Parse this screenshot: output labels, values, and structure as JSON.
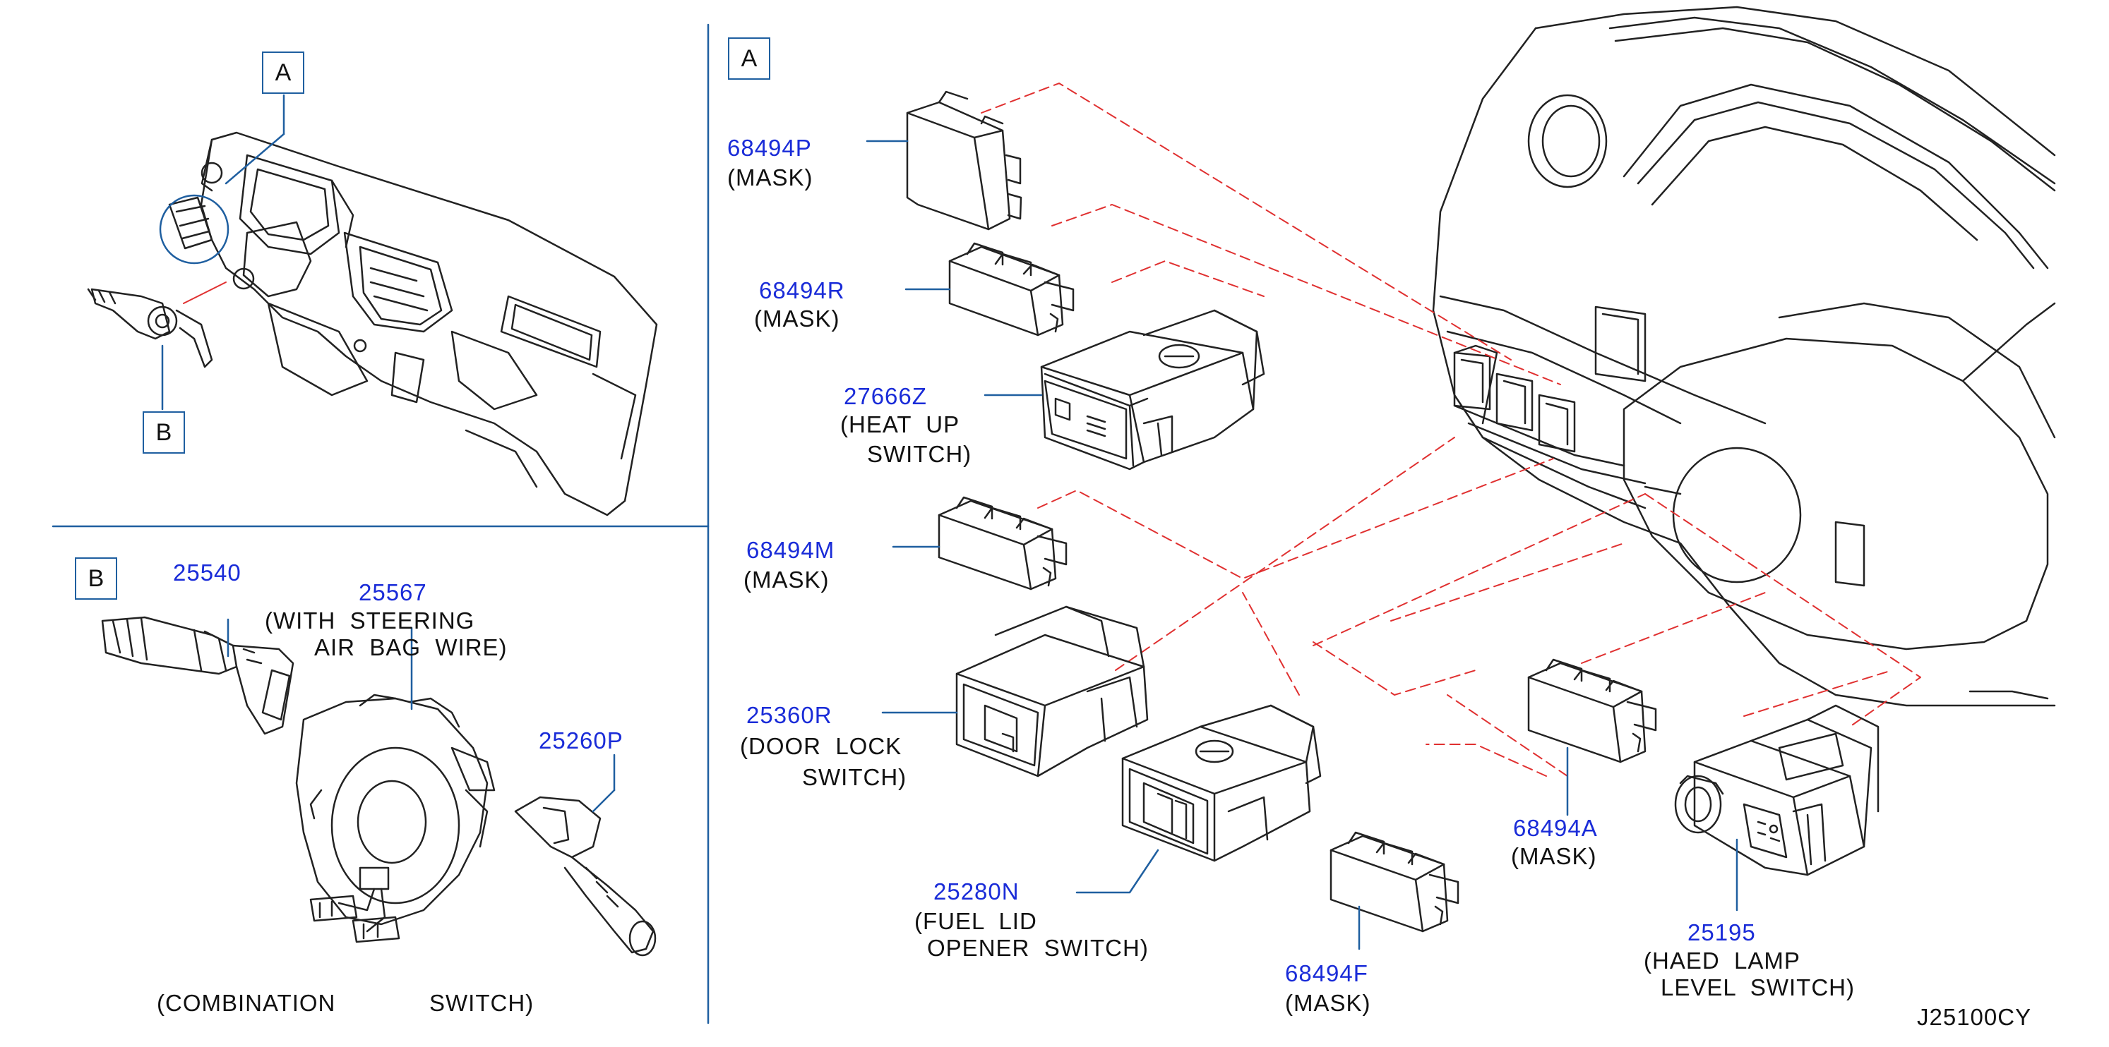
{
  "colors": {
    "part_number": "#1a2cd8",
    "leader_line": "#1f5fa0",
    "dash_line": "#e03030",
    "drawing": "#222222"
  },
  "callouts": {
    "view_a_top": "A",
    "view_b_top": "B",
    "view_a_panel": "A",
    "view_b_panel": "B"
  },
  "parts": {
    "p68494P": {
      "number": "68494P",
      "desc": "(MASK)"
    },
    "p68494R": {
      "number": "68494R",
      "desc": "(MASK)"
    },
    "p27666Z": {
      "number": "27666Z",
      "desc": "(HEAT  UP",
      "desc2": "SWITCH)"
    },
    "p68494M": {
      "number": "68494M",
      "desc": "(MASK)"
    },
    "p25360R": {
      "number": "25360R",
      "desc": "(DOOR  LOCK",
      "desc2": "SWITCH)"
    },
    "p25280N": {
      "number": "25280N",
      "desc": "(FUEL  LID",
      "desc2": "OPENER  SWITCH)"
    },
    "p68494F": {
      "number": "68494F",
      "desc": "(MASK)"
    },
    "p68494A": {
      "number": "68494A",
      "desc": "(MASK)"
    },
    "p25195": {
      "number": "25195",
      "desc": "(HAED  LAMP",
      "desc2": "LEVEL  SWITCH)"
    },
    "p25540": {
      "number": "25540"
    },
    "p25567": {
      "number": "25567",
      "desc": "(WITH  STEERING",
      "desc2": "AIR  BAG  WIRE)"
    },
    "p25260P": {
      "number": "25260P"
    }
  },
  "combination_switch": {
    "left": "(COMBINATION",
    "right": "SWITCH)"
  },
  "diagram_code": "J25100CY"
}
